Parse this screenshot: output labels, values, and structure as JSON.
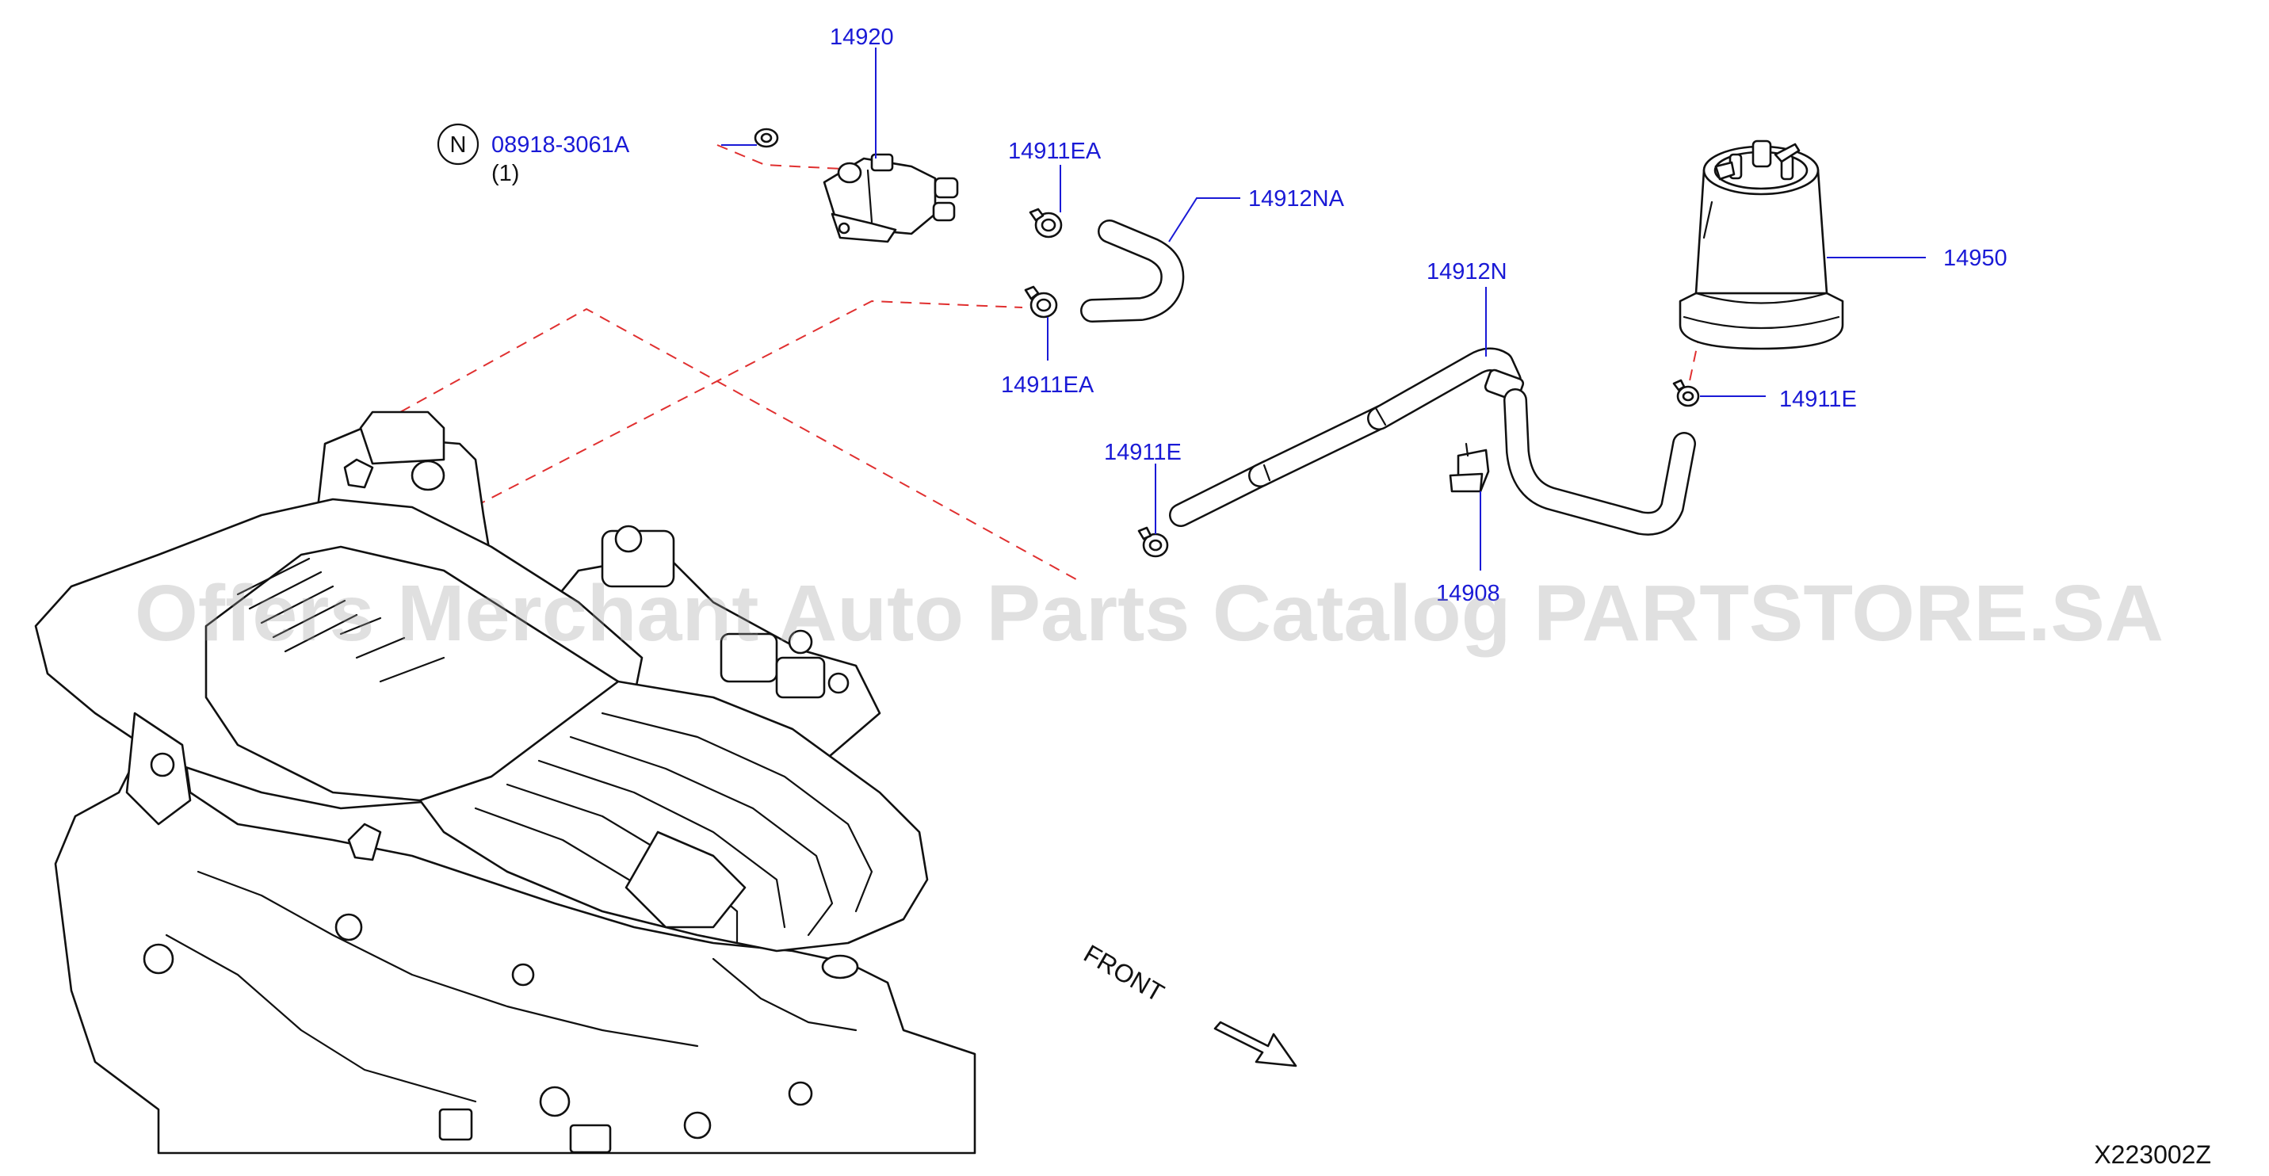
{
  "diagram": {
    "drawing_number": "X223002Z",
    "watermark": "Offers Merchant Auto Parts Catalog PARTSTORE.SA",
    "front_indicator": {
      "label": "FRONT"
    },
    "note": {
      "symbol": "N",
      "part_number": "08918-3061A",
      "quantity": "(1)"
    },
    "parts": {
      "p14920": "14920",
      "p14911EA_top": "14911EA",
      "p14912NA": "14912NA",
      "p14911EA_bottom": "14911EA",
      "p14912N": "14912N",
      "p14950": "14950",
      "p14911E_right": "14911E",
      "p14911E_left": "14911E",
      "p14908": "14908"
    }
  }
}
